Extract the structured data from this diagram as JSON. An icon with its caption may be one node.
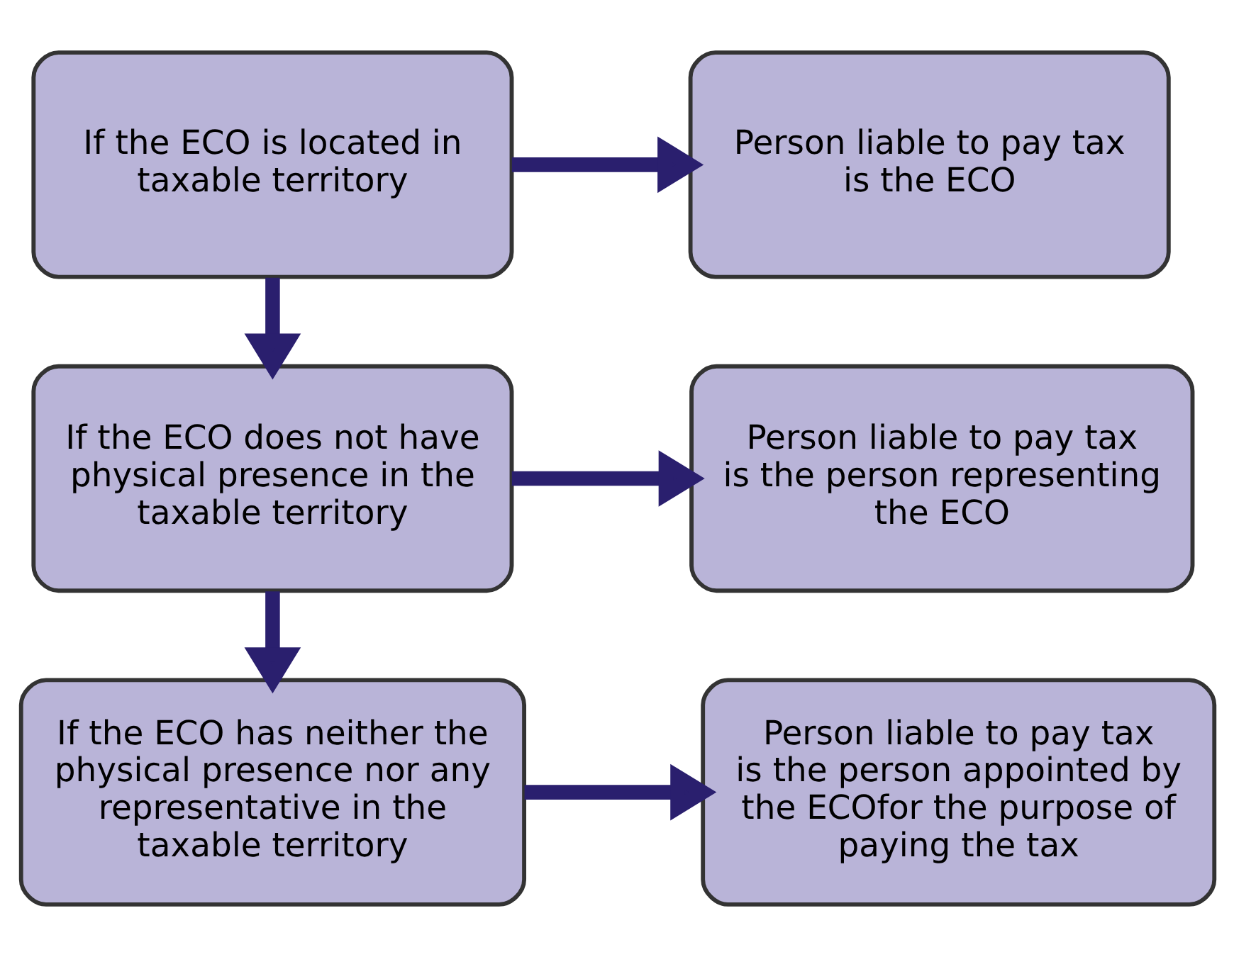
{
  "diagram": {
    "nodes": [
      {
        "text": [
          "If the ECO is located in taxable territory"
        ]
      },
      {
        "text": [
          "Person liable to pay tax is the ECO"
        ]
      },
      {
        "text": [
          "If the ECO does not have physical presence in the taxable territory"
        ]
      },
      {
        "text": [
          "Person liable to pay tax is the person representing the ECO"
        ]
      },
      {
        "text": [
          "If the ECO has neither the physical presence nor any representative in the taxable territory"
        ]
      },
      {
        "text": [
          "Person liable to pay tax is the person appointed by the ECOfor the purpose of paying the tax"
        ]
      }
    ],
    "edges": [
      {
        "from": 0,
        "to": 1,
        "arrow": "to"
      },
      {
        "from": 0,
        "to": 2,
        "arrow": "to"
      },
      {
        "from": 2,
        "to": 3,
        "arrow": "to"
      },
      {
        "from": 2,
        "to": 4,
        "arrow": "to"
      },
      {
        "from": 4,
        "to": 5,
        "arrow": "to"
      }
    ]
  }
}
